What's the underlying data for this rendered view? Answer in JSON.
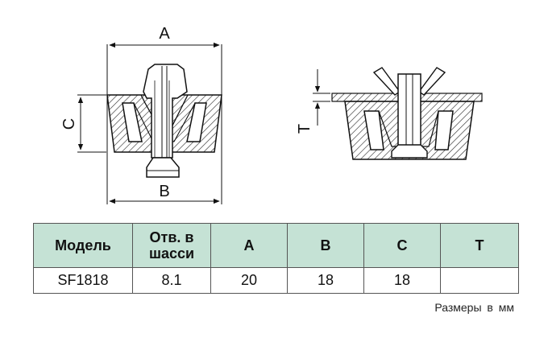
{
  "diagram": {
    "left_view": {
      "dim_a": "A",
      "dim_b": "B",
      "dim_c": "C"
    },
    "right_view": {
      "dim_t": "T"
    }
  },
  "table": {
    "headers": [
      "Модель",
      "Отв. в шасси",
      "A",
      "B",
      "C",
      "T"
    ],
    "rows": [
      [
        "SF1818",
        "8.1",
        "20",
        "18",
        "18",
        ""
      ]
    ]
  },
  "units_note": "Размеры в мм"
}
